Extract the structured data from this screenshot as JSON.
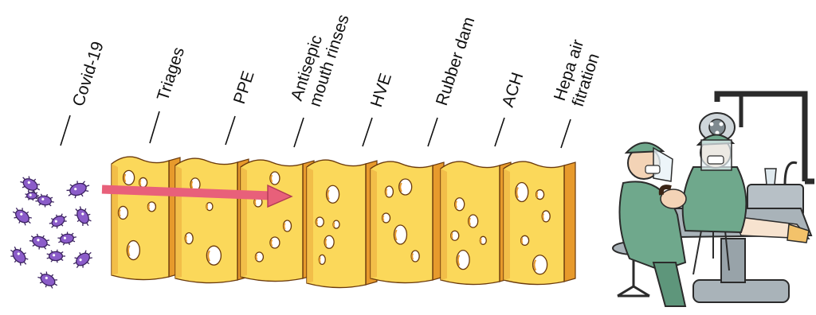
{
  "threat_label": "Covid-19",
  "layers": [
    {
      "label_lines": [
        "Triages"
      ]
    },
    {
      "label_lines": [
        "PPE"
      ]
    },
    {
      "label_lines": [
        "Antisepic",
        "mouth rinses"
      ]
    },
    {
      "label_lines": [
        "HVE"
      ]
    },
    {
      "label_lines": [
        "Rubber dam"
      ]
    },
    {
      "label_lines": [
        "ACH"
      ]
    },
    {
      "label_lines": [
        "Hepa air",
        "fitration"
      ]
    }
  ],
  "colors": {
    "cheese_front": "#fbd85a",
    "cheese_edge": "#e79a2c",
    "cheese_shadow": "#f0b845",
    "cheese_outline": "#6b3a0c",
    "arrow": "#e8607a",
    "virus": "#8b5cc9",
    "virus_outline": "#3b2260",
    "scrubs": "#6fa88c",
    "equipment": "#a9b3b9"
  },
  "icons": [
    "virus-icon",
    "dental-clinic-illustration"
  ]
}
